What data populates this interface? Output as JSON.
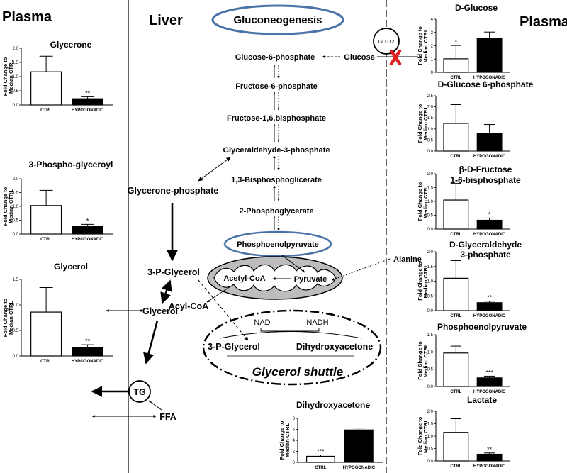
{
  "sections": {
    "plasma_left": "Plasma",
    "liver": "Liver",
    "plasma_right": "Plasma"
  },
  "pathway": {
    "gluconeogenesis": "Gluconeogenesis",
    "g6p": "Glucose-6-phosphate",
    "glucose": "Glucose",
    "glut2": "GLUT2",
    "f6p": "Fructose-6-phosphate",
    "f16bp": "Fructose-1,6,bisphosphate",
    "g3p": "Glyceraldehyde-3-phosphate",
    "bpg": "1,3-Bisphosphoglicerate",
    "pg2": "2-Phosphoglycerate",
    "pep": "Phosphoenolpyruvate",
    "alanine": "Alanine",
    "acetylcoa": "Acetyl-CoA",
    "pyruvate": "Pyruvate",
    "acylcoa": "Acyl-CoA",
    "glyceronep": "Glycerone-phosphate",
    "p3glycerol": "3-P-Glycerol",
    "glycerol": "Glycerol",
    "tg": "TG",
    "ffa": "FFA",
    "nad": "NAD",
    "nadh": "NADH",
    "shuttle_p3g": "3-P-Glycerol",
    "shuttle_dha": "Dihydroxyacetone",
    "shuttle_title": "Glycerol shuttle"
  },
  "chart_common": {
    "ylabel_line1": "Fold  Change to",
    "ylabel_line2": "Median CTRL",
    "colors": {
      "ctrl": "#ffffff",
      "hypogonadic": "#000000"
    }
  },
  "chart_data": [
    {
      "type": "bar",
      "title": "Glycerone",
      "categories": [
        "CTRL",
        "HYPOGONADIC"
      ],
      "values": [
        1.17,
        0.22
      ],
      "errors": [
        0.55,
        0.07
      ],
      "sig": [
        "",
        "**"
      ],
      "ylim": [
        0,
        2.0
      ],
      "yticks": [
        "0.0",
        "0.5",
        "1.0",
        "1.5",
        "2.0"
      ]
    },
    {
      "type": "bar",
      "title": "3-Phospho-glyceroyl",
      "categories": [
        "CTRL",
        "HYPOGONADIC"
      ],
      "values": [
        1.03,
        0.27
      ],
      "errors": [
        0.55,
        0.08
      ],
      "sig": [
        "",
        "*"
      ],
      "ylim": [
        0,
        2.0
      ],
      "yticks": [
        "0.0",
        "0.5",
        "1.0",
        "1.5",
        "2.0"
      ]
    },
    {
      "type": "bar",
      "title": "Glycerol",
      "categories": [
        "CTRL",
        "HYPOGONADIC"
      ],
      "values": [
        0.86,
        0.17
      ],
      "errors": [
        0.48,
        0.05
      ],
      "sig": [
        "",
        "**"
      ],
      "ylim": [
        0,
        1.5
      ],
      "yticks": [
        "0.0",
        "0.5",
        "1.0",
        "1.5"
      ]
    },
    {
      "type": "bar",
      "title": "Dihydroxyacetone",
      "categories": [
        "CTRL",
        "HYPOGONADIC"
      ],
      "values": [
        1.1,
        5.9
      ],
      "errors": [
        0.25,
        0.35
      ],
      "sig": [
        "***",
        ""
      ],
      "ylim": [
        0,
        8
      ],
      "yticks": [
        "0",
        "2",
        "4",
        "6",
        "8"
      ]
    },
    {
      "type": "bar",
      "title": "D-Glucose",
      "categories": [
        "CTRL",
        "HYPOGONADIC"
      ],
      "values": [
        1.02,
        2.58
      ],
      "errors": [
        1.0,
        0.45
      ],
      "sig": [
        "*",
        ""
      ],
      "ylim": [
        0,
        4
      ],
      "yticks": [
        "0",
        "1",
        "2",
        "3",
        "4"
      ]
    },
    {
      "type": "bar",
      "title": "D-Glucose 6-phosphate",
      "categories": [
        "CTRL",
        "HYPOGONADIC"
      ],
      "values": [
        1.25,
        0.8
      ],
      "errors": [
        0.85,
        0.4
      ],
      "sig": [
        "",
        ""
      ],
      "ylim": [
        0,
        2.5
      ],
      "yticks": [
        "0.0",
        "0.5",
        "1.0",
        "1.5",
        "2.0",
        "2.5"
      ]
    },
    {
      "type": "bar",
      "title": "β-D-Fructose",
      "title2": "1-6-bisphosphate",
      "categories": [
        "CTRL",
        "HYPOGONADIC"
      ],
      "values": [
        1.05,
        0.32
      ],
      "errors": [
        0.6,
        0.08
      ],
      "sig": [
        "",
        "*"
      ],
      "ylim": [
        0,
        2.0
      ],
      "yticks": [
        "0.0",
        "0.5",
        "1.0",
        "1.5",
        "2.0"
      ]
    },
    {
      "type": "bar",
      "title": "D-Glyceraldehyde",
      "title2": "3-phosphate",
      "categories": [
        "CTRL",
        "HYPOGONADIC"
      ],
      "values": [
        1.1,
        0.27
      ],
      "errors": [
        0.6,
        0.05
      ],
      "sig": [
        "",
        "**"
      ],
      "ylim": [
        0,
        2.0
      ],
      "yticks": [
        "0.0",
        "0.5",
        "1.0",
        "1.5",
        "2.0"
      ]
    },
    {
      "type": "bar",
      "title": "Phosphoenolpyruvate",
      "categories": [
        "CTRL",
        "HYPOGONADIC"
      ],
      "values": [
        0.97,
        0.25
      ],
      "errors": [
        0.2,
        0.05
      ],
      "sig": [
        "",
        "***"
      ],
      "ylim": [
        0,
        1.5
      ],
      "yticks": [
        "0.0",
        "0.5",
        "1.0",
        "1.5"
      ]
    },
    {
      "type": "bar",
      "title": "Lactate",
      "categories": [
        "CTRL",
        "HYPOGONADIC"
      ],
      "values": [
        1.15,
        0.27
      ],
      "errors": [
        0.55,
        0.05
      ],
      "sig": [
        "",
        "**"
      ],
      "ylim": [
        0,
        2.0
      ],
      "yticks": [
        "0.0",
        "0.5",
        "1.0",
        "1.5",
        "2.0"
      ]
    }
  ]
}
